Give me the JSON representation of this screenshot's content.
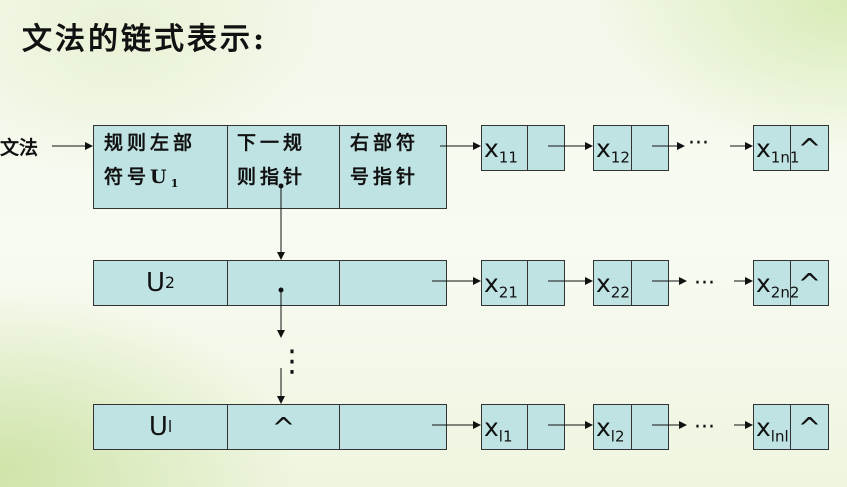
{
  "title": "文法的链式表示:",
  "side_label": "文法",
  "header": {
    "col1_line1": "规则左部",
    "col1_line2_prefix": "符号U",
    "col1_line2_sub": "1",
    "col2_line1": "下一规",
    "col2_line2": "则指针",
    "col3_line1": "右部符",
    "col3_line2": "号指针"
  },
  "rows": [
    {
      "nodes": [
        {
          "base": "x",
          "sub": "11"
        },
        {
          "base": "x",
          "sub": "12"
        },
        {
          "base": "x",
          "sub": "1n",
          "sub2": "1"
        }
      ],
      "terminator": "^"
    },
    {
      "rule_base": "U",
      "rule_sub": "2",
      "nodes": [
        {
          "base": "x",
          "sub": "21"
        },
        {
          "base": "x",
          "sub": "22"
        },
        {
          "base": "x",
          "sub": "2n",
          "sub2": "2"
        }
      ],
      "terminator": "^"
    },
    {
      "rule_base": "U",
      "rule_sub": "l",
      "next_null": "^",
      "nodes": [
        {
          "base": "x",
          "sub": "l1"
        },
        {
          "base": "x",
          "sub": "l2"
        },
        {
          "base": "x",
          "sub": "ln",
          "sub2": "l"
        }
      ],
      "terminator": "^"
    }
  ],
  "ellipsis_h": "···",
  "ellipsis_v": "⋮"
}
